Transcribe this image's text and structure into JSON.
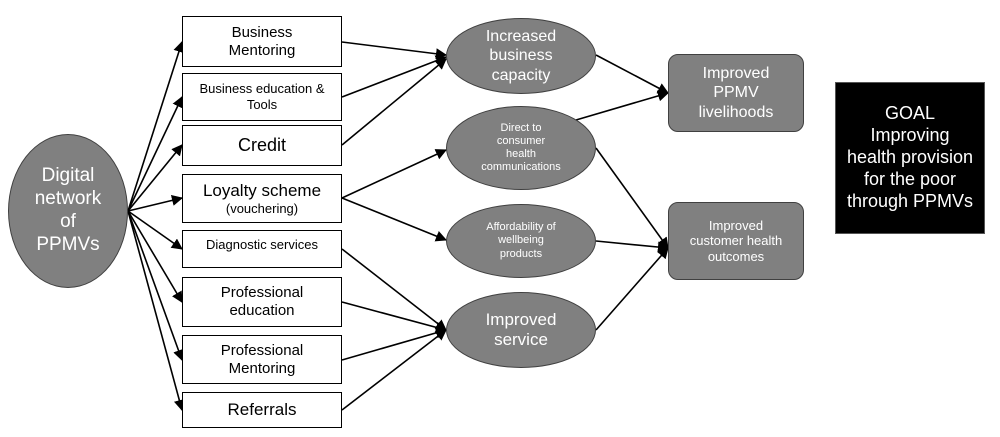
{
  "source": {
    "lines": [
      "Digital",
      "network",
      "of",
      "PPMVs"
    ]
  },
  "interventions": [
    {
      "id": "business-mentoring",
      "lines": [
        "Business",
        "Mentoring"
      ]
    },
    {
      "id": "business-education",
      "lines": [
        "Business education &",
        "Tools"
      ]
    },
    {
      "id": "credit",
      "lines": [
        "Credit"
      ]
    },
    {
      "id": "loyalty-scheme",
      "lines": [
        "Loyalty scheme",
        "(vouchering)"
      ]
    },
    {
      "id": "diagnostic-services",
      "lines": [
        "Diagnostic services"
      ]
    },
    {
      "id": "professional-education",
      "lines": [
        "Professional",
        "education"
      ]
    },
    {
      "id": "professional-mentoring",
      "lines": [
        "Professional",
        "Mentoring"
      ]
    },
    {
      "id": "referrals",
      "lines": [
        "Referrals"
      ]
    }
  ],
  "outcomes": [
    {
      "id": "increased-business-capacity",
      "lines": [
        "Increased",
        "business",
        "capacity"
      ]
    },
    {
      "id": "direct-to-consumer",
      "lines": [
        "Direct to",
        "consumer",
        "health",
        "communications"
      ]
    },
    {
      "id": "affordability",
      "lines": [
        "Affordability of",
        "wellbeing",
        "products"
      ]
    },
    {
      "id": "improved-service",
      "lines": [
        "Improved",
        "service"
      ]
    }
  ],
  "impacts": [
    {
      "id": "improved-ppmv-livelihoods",
      "lines": [
        "Improved",
        "PPMV",
        "livelihoods"
      ]
    },
    {
      "id": "improved-customer-health",
      "lines": [
        "Improved",
        "customer health",
        "outcomes"
      ]
    }
  ],
  "goal": {
    "lines": [
      "GOAL",
      "Improving",
      "health provision",
      "for the poor",
      "through PPMVs"
    ]
  }
}
